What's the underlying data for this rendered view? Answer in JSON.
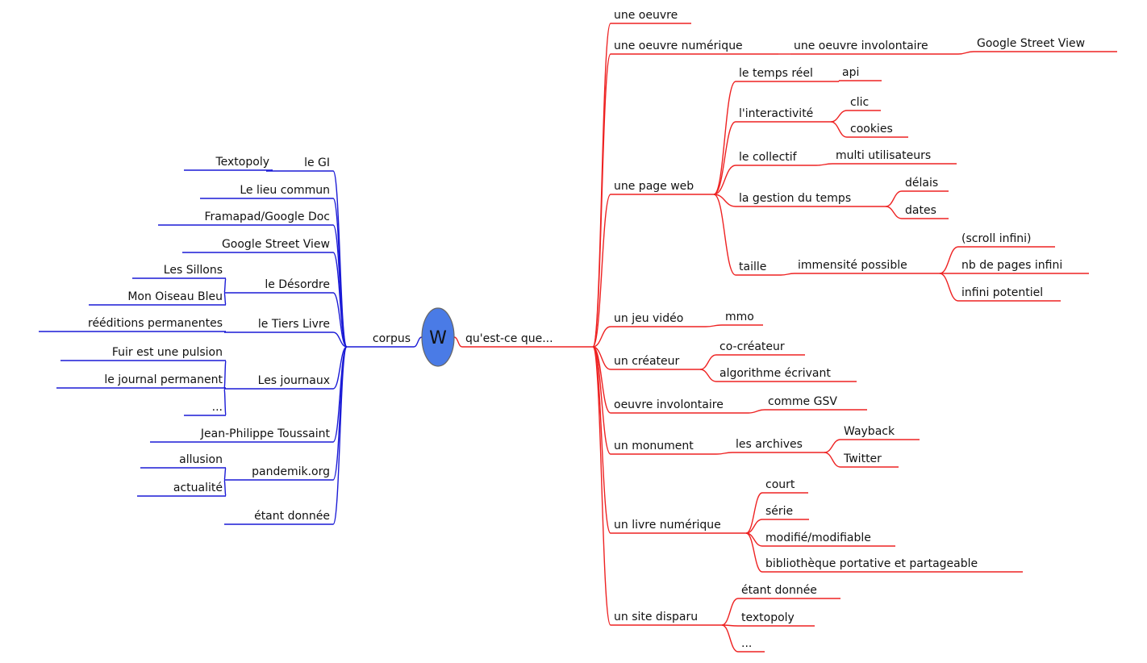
{
  "colors": {
    "left_branch": "#1a1ad6",
    "right_branch": "#ee2222",
    "root_fill": "#4a7be6",
    "root_stroke": "#666666",
    "text": "#111111"
  },
  "root": {
    "label": "W"
  },
  "left": {
    "label": "corpus",
    "children": [
      {
        "label": "le GI",
        "children": [
          {
            "label": "Textopoly"
          }
        ]
      },
      {
        "label": "Le lieu commun"
      },
      {
        "label": "Framapad/Google Doc"
      },
      {
        "label": "Google Street View"
      },
      {
        "label": "le Désordre",
        "children": [
          {
            "label": "Les Sillons"
          },
          {
            "label": "Mon Oiseau Bleu"
          }
        ]
      },
      {
        "label": "le Tiers Livre",
        "children": [
          {
            "label": "rééditions permanentes"
          }
        ]
      },
      {
        "label": "Les journaux",
        "children": [
          {
            "label": "Fuir est une pulsion"
          },
          {
            "label": "le journal permanent"
          },
          {
            "label": "..."
          }
        ]
      },
      {
        "label": "Jean-Philippe Toussaint"
      },
      {
        "label": "pandemik.org",
        "children": [
          {
            "label": "allusion"
          },
          {
            "label": "actualité"
          }
        ]
      },
      {
        "label": "étant donnée"
      }
    ]
  },
  "right": {
    "label": "qu'est-ce que...",
    "children": [
      {
        "label": "une oeuvre"
      },
      {
        "label": "une oeuvre numérique",
        "children": [
          {
            "label": "une oeuvre involontaire",
            "children": [
              {
                "label": "Google Street View"
              }
            ]
          }
        ]
      },
      {
        "label": "une page web",
        "children": [
          {
            "label": "le temps réel",
            "children": [
              {
                "label": "api"
              }
            ]
          },
          {
            "label": "l'interactivité",
            "children": [
              {
                "label": "clic"
              },
              {
                "label": "cookies"
              }
            ]
          },
          {
            "label": "le collectif",
            "children": [
              {
                "label": "multi utilisateurs"
              }
            ]
          },
          {
            "label": "la gestion du temps",
            "children": [
              {
                "label": "délais"
              },
              {
                "label": "dates"
              }
            ]
          },
          {
            "label": "taille",
            "children": [
              {
                "label": "immensité possible",
                "children": [
                  {
                    "label": "(scroll infini)"
                  },
                  {
                    "label": "nb de pages infini"
                  },
                  {
                    "label": "infini potentiel"
                  }
                ]
              }
            ]
          }
        ]
      },
      {
        "label": "un jeu vidéo",
        "children": [
          {
            "label": "mmo"
          }
        ]
      },
      {
        "label": "un créateur",
        "children": [
          {
            "label": "co-créateur"
          },
          {
            "label": "algorithme écrivant"
          }
        ]
      },
      {
        "label": "oeuvre involontaire",
        "children": [
          {
            "label": "comme GSV"
          }
        ]
      },
      {
        "label": "un monument",
        "children": [
          {
            "label": "les archives",
            "children": [
              {
                "label": "Wayback"
              },
              {
                "label": "Twitter"
              }
            ]
          }
        ]
      },
      {
        "label": "un livre numérique",
        "children": [
          {
            "label": "court"
          },
          {
            "label": "série"
          },
          {
            "label": "modifié/modifiable"
          },
          {
            "label": "bibliothèque portative et partageable"
          }
        ]
      },
      {
        "label": "un site disparu",
        "children": [
          {
            "label": "étant donnée"
          },
          {
            "label": "textopoly"
          },
          {
            "label": "..."
          }
        ]
      }
    ]
  }
}
